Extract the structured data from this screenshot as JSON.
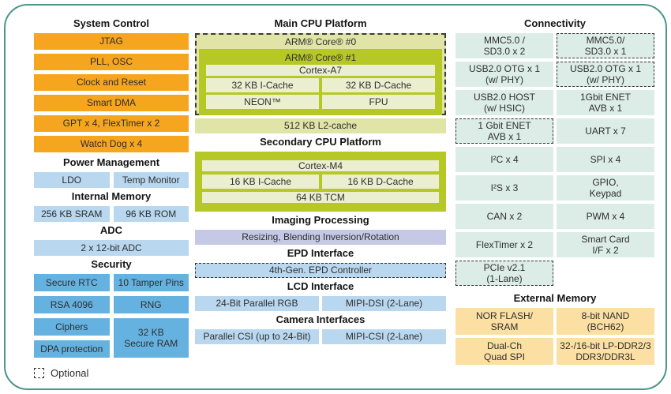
{
  "legend": {
    "label": "Optional"
  },
  "left": {
    "system_control": {
      "title": "System Control",
      "blocks": [
        {
          "name": "jtag-block",
          "label": "JTAG",
          "cls": "orange"
        },
        {
          "name": "pll-osc-block",
          "label": "PLL, OSC",
          "cls": "orange"
        },
        {
          "name": "clock-reset-block",
          "label": "Clock and Reset",
          "cls": "orange"
        },
        {
          "name": "smart-dma-block",
          "label": "Smart DMA",
          "cls": "orange"
        },
        {
          "name": "gpt-flextimer-block",
          "label": "GPT x 4, FlexTimer x 2",
          "cls": "orange"
        },
        {
          "name": "watchdog-block",
          "label": "Watch Dog x 4",
          "cls": "orange"
        }
      ]
    },
    "power": {
      "title": "Power Management",
      "blocks": [
        {
          "name": "ldo-block",
          "label": "LDO",
          "cls": "ltblue"
        },
        {
          "name": "temp-monitor-block",
          "label": "Temp Monitor",
          "cls": "ltblue"
        }
      ]
    },
    "memory": {
      "title": "Internal Memory",
      "blocks": [
        {
          "name": "sram-block",
          "label": "256 KB SRAM",
          "cls": "ltblue"
        },
        {
          "name": "rom-block",
          "label": "96 KB ROM",
          "cls": "ltblue"
        }
      ]
    },
    "adc": {
      "title": "ADC",
      "blocks": [
        {
          "name": "adc-block",
          "label": "2 x 12-bit ADC",
          "cls": "ltblue"
        }
      ]
    },
    "security": {
      "title": "Security",
      "blocks": [
        {
          "name": "secure-rtc-block",
          "label": "Secure RTC",
          "cls": "blue"
        },
        {
          "name": "tamper-pins-block",
          "label": "10 Tamper Pins",
          "cls": "blue"
        },
        {
          "name": "rsa-block",
          "label": "RSA 4096",
          "cls": "blue"
        },
        {
          "name": "rng-block",
          "label": "RNG",
          "cls": "blue"
        },
        {
          "name": "ciphers-block",
          "label": "Ciphers",
          "cls": "blue"
        },
        {
          "name": "secure-ram-block",
          "label": "32 KB\nSecure RAM",
          "cls": "blue tall"
        },
        {
          "name": "dpa-block",
          "label": "DPA protection",
          "cls": "blue"
        }
      ]
    }
  },
  "mid": {
    "main_title": "Main CPU Platform",
    "core0": "ARM® Core® #0",
    "core1": "ARM® Core® #1",
    "cortex_a7": "Cortex-A7",
    "icache32": "32 KB I-Cache",
    "dcache32": "32 KB D-Cache",
    "neon": "NEON™",
    "fpu": "FPU",
    "l2": "512 KB L2-cache",
    "secondary_title": "Secondary CPU Platform",
    "cortex_m4": "Cortex-M4",
    "icache16": "16 KB I-Cache",
    "dcache16": "16 KB D-Cache",
    "tcm": "64 KB TCM",
    "imaging_title": "Imaging Processing",
    "imaging_block": "Resizing, Blending Inversion/Rotation",
    "epd_title": "EPD Interface",
    "epd_block": "4th-Gen. EPD Controller",
    "lcd_title": "LCD Interface",
    "lcd_blocks": [
      {
        "name": "parallel-rgb-block",
        "label": "24-Bit Parallel RGB",
        "cls": "ltblue"
      },
      {
        "name": "mipi-dsi-block",
        "label": "MIPI-DSI (2-Lane)",
        "cls": "ltblue"
      }
    ],
    "camera_title": "Camera Interfaces",
    "camera_blocks": [
      {
        "name": "parallel-csi-block",
        "label": "Parallel CSI (up to 24-Bit)",
        "cls": "ltblue"
      },
      {
        "name": "mipi-csi-block",
        "label": "MIPI-CSI (2-Lane)",
        "cls": "ltblue"
      }
    ]
  },
  "right": {
    "connectivity": {
      "title": "Connectivity",
      "cells": [
        {
          "name": "mmc-sd-x2-block",
          "label": "MMC5.0 /\nSD3.0 x 2",
          "cls": "mint"
        },
        {
          "name": "mmc-sd-x1-block",
          "label": "MMC5.0/\nSD3.0 x 1",
          "cls": "mint dashed"
        },
        {
          "name": "usb-otg-block",
          "label": "USB2.0 OTG x 1\n(w/ PHY)",
          "cls": "mint"
        },
        {
          "name": "usb-otg-optional-block",
          "label": "USB2.0 OTG x 1\n(w/ PHY)",
          "cls": "mint dashed"
        },
        {
          "name": "usb-host-block",
          "label": "USB2.0 HOST\n(w/ HSIC)",
          "cls": "mint"
        },
        {
          "name": "enet-avb-block",
          "label": "1Gbit ENET\nAVB x 1",
          "cls": "mint"
        },
        {
          "name": "enet-avb-optional-block",
          "label": "1 Gbit ENET\nAVB x 1",
          "cls": "mint dashed"
        },
        {
          "name": "uart-block",
          "label": "UART x 7",
          "cls": "mint"
        },
        {
          "name": "i2c-block",
          "label": "I²C x 4",
          "cls": "mint"
        },
        {
          "name": "spi-block",
          "label": "SPI x 4",
          "cls": "mint"
        },
        {
          "name": "i2s-block",
          "label": "I²S x 3",
          "cls": "mint"
        },
        {
          "name": "gpio-keypad-block",
          "label": "GPIO,\nKeypad",
          "cls": "mint"
        },
        {
          "name": "can-block",
          "label": "CAN x 2",
          "cls": "mint"
        },
        {
          "name": "pwm-block",
          "label": "PWM x 4",
          "cls": "mint"
        },
        {
          "name": "flextimer-block",
          "label": "FlexTimer x 2",
          "cls": "mint"
        },
        {
          "name": "smart-card-block",
          "label": "Smart Card\nI/F x 2",
          "cls": "mint"
        },
        {
          "name": "pcie-block",
          "label": "PCIe v2.1\n(1-Lane)",
          "cls": "mint dashed"
        },
        {
          "name": "spacer",
          "label": "",
          "cls": "empty"
        }
      ]
    },
    "external": {
      "title": "External Memory",
      "cells": [
        {
          "name": "nor-flash-block",
          "label": "NOR FLASH/\nSRAM",
          "cls": "tan"
        },
        {
          "name": "nand-block",
          "label": "8-bit NAND\n(BCH62)",
          "cls": "tan"
        },
        {
          "name": "quad-spi-block",
          "label": "Dual-Ch\nQuad SPI",
          "cls": "tan"
        },
        {
          "name": "ddr-block",
          "label": "32-/16-bit LP-DDR2/3\nDDR3/DDR3L",
          "cls": "tan"
        }
      ]
    }
  }
}
